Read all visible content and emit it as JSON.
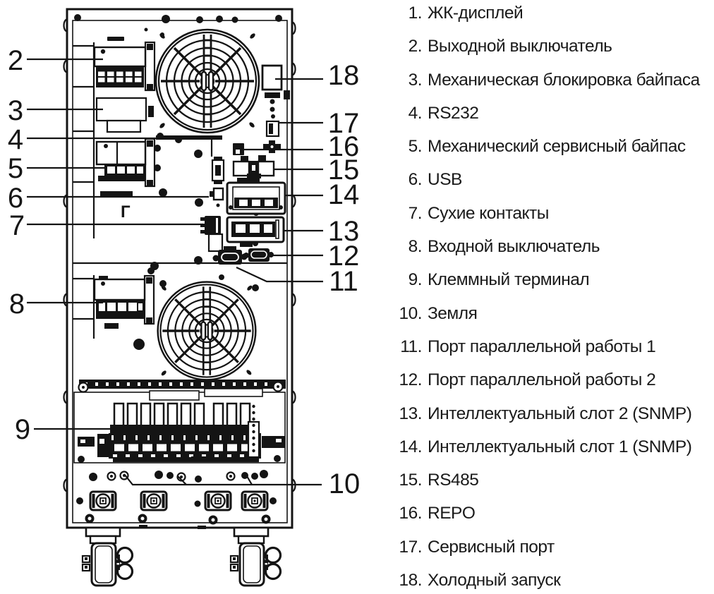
{
  "colors": {
    "ink": "#141414",
    "background": "#ffffff",
    "text": "#1a1a1a"
  },
  "diagram": {
    "title": "UPS rear panel line drawing",
    "panel_mark": "Г",
    "callouts": {
      "c2": "2",
      "c3": "3",
      "c4": "4",
      "c5": "5",
      "c6": "6",
      "c7": "7",
      "c8": "8",
      "c9": "9",
      "c10": "10",
      "c11": "11",
      "c12": "12",
      "c13": "13",
      "c14": "14",
      "c15": "15",
      "c16": "16",
      "c17": "17",
      "c18": "18"
    }
  },
  "legend": {
    "items": [
      {
        "num": "1.",
        "label": "ЖК-дисплей"
      },
      {
        "num": "2.",
        "label": "Выходной выключатель"
      },
      {
        "num": "3.",
        "label": "Механическая блокировка байпаса"
      },
      {
        "num": "4.",
        "label": "RS232"
      },
      {
        "num": "5.",
        "label": "Механический сервисный байпас"
      },
      {
        "num": "6.",
        "label": "USB"
      },
      {
        "num": "7.",
        "label": "Сухие контакты"
      },
      {
        "num": "8.",
        "label": "Входной выключатель"
      },
      {
        "num": "9.",
        "label": "Клеммный терминал"
      },
      {
        "num": "10.",
        "label": "Земля"
      },
      {
        "num": "11.",
        "label": "Порт параллельной работы 1"
      },
      {
        "num": "12.",
        "label": "Порт параллельной работы 2"
      },
      {
        "num": "13.",
        "label": "Интеллектуальный слот 2 (SNMP)"
      },
      {
        "num": "14.",
        "label": "Интеллектуальный слот 1 (SNMP)"
      },
      {
        "num": "15.",
        "label": "RS485"
      },
      {
        "num": "16.",
        "label": "REPO"
      },
      {
        "num": "17.",
        "label": "Сервисный порт"
      },
      {
        "num": "18.",
        "label": "Холодный запуск"
      }
    ]
  }
}
